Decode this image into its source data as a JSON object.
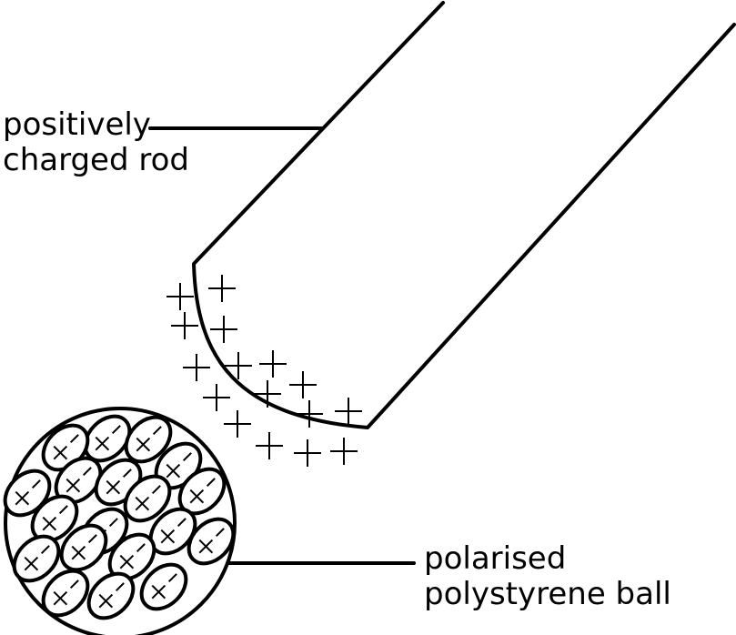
{
  "labels": {
    "rod": [
      "positively",
      "charged rod"
    ],
    "ball": [
      "polarised",
      "polystyrene ball"
    ]
  },
  "symbols": {
    "plus": "+",
    "minus": "-"
  },
  "colors": {
    "ink": "#000000",
    "background": "#ffffff"
  }
}
